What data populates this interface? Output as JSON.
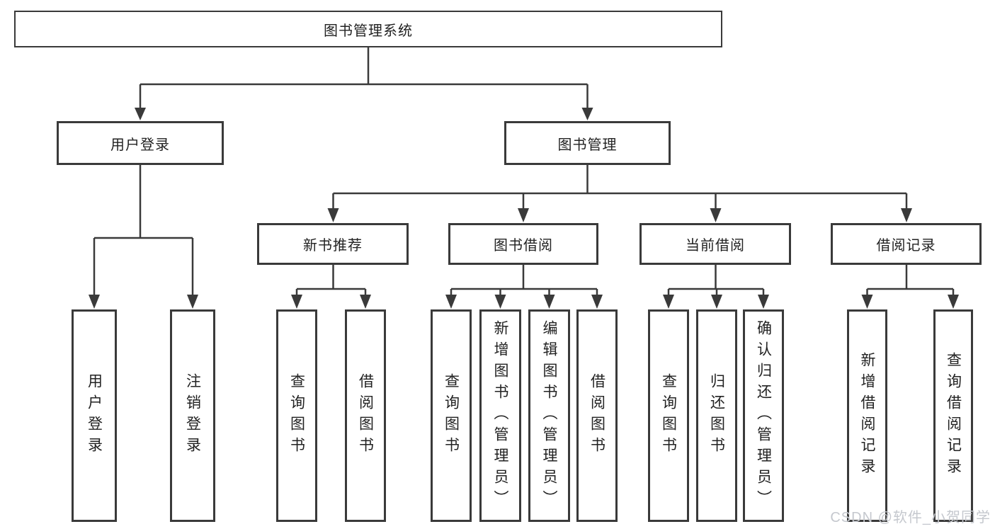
{
  "tree": {
    "root": {
      "label": "图书管理系统"
    },
    "branches": [
      {
        "label": "用户登录",
        "children": [
          {
            "label": "用户登录"
          },
          {
            "label": "注销登录"
          }
        ]
      },
      {
        "label": "图书管理",
        "groups": [
          {
            "label": "新书推荐",
            "children": [
              {
                "label": "查询图书"
              },
              {
                "label": "借阅图书"
              }
            ]
          },
          {
            "label": "图书借阅",
            "children": [
              {
                "label": "查询图书"
              },
              {
                "label": "新增图书（管理员）"
              },
              {
                "label": "编辑图书（管理员）"
              },
              {
                "label": "借阅图书"
              }
            ]
          },
          {
            "label": "当前借阅",
            "children": [
              {
                "label": "查询图书"
              },
              {
                "label": "归还图书"
              },
              {
                "label": "确认归还（管理员）"
              }
            ]
          },
          {
            "label": "借阅记录",
            "children": [
              {
                "label": "新增借阅记录"
              },
              {
                "label": "查询借阅记录"
              }
            ]
          }
        ]
      }
    ]
  },
  "watermark": "CSDN @软件_小贺同学",
  "colors": {
    "line": "#3a3a3a",
    "text": "#222222",
    "box_background": "#ffffff",
    "page_background": "#ffffff",
    "watermark": "#c5c8ce"
  }
}
